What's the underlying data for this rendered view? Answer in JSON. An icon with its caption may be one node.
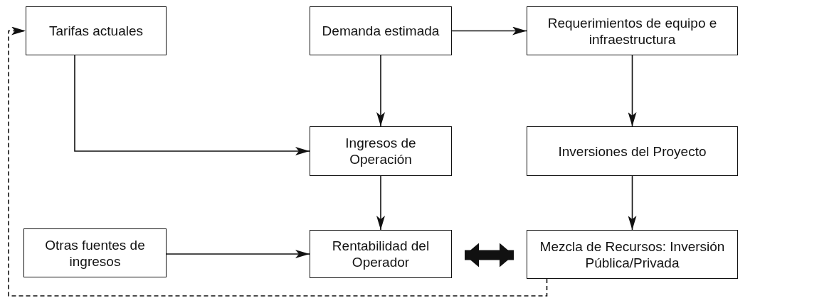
{
  "diagram": {
    "nodes": [
      {
        "text": [
          "Tarifas actuales"
        ]
      },
      {
        "text": [
          "Demanda estimada"
        ]
      },
      {
        "text": [
          "Requerimientos de equipo e infraestructura"
        ]
      },
      {
        "text": [
          "Ingresos de Operación"
        ]
      },
      {
        "text": [
          "Inversiones del Proyecto"
        ]
      },
      {
        "text": [
          "Otras fuentes de ingresos"
        ]
      },
      {
        "text": [
          "Rentabilidad del Operador"
        ]
      },
      {
        "text": [
          "Mezcla de Recursos: Inversión Pública/Privada"
        ]
      }
    ],
    "edges": [
      {
        "from": 1,
        "to": 2,
        "arrow": "to"
      },
      {
        "from": 1,
        "to": 3,
        "arrow": "to"
      },
      {
        "from": 0,
        "to": 3,
        "arrow": "to"
      },
      {
        "from": 2,
        "to": 4,
        "arrow": "to"
      },
      {
        "from": 3,
        "to": 6,
        "arrow": "to"
      },
      {
        "from": 4,
        "to": 7,
        "arrow": "to"
      },
      {
        "from": 5,
        "to": 6,
        "arrow": "to"
      },
      {
        "from": 6,
        "to": 7,
        "arrow": "both",
        "style": "thick"
      },
      {
        "from": 7,
        "to": 0,
        "arrow": "to",
        "style": "dashed"
      }
    ]
  }
}
